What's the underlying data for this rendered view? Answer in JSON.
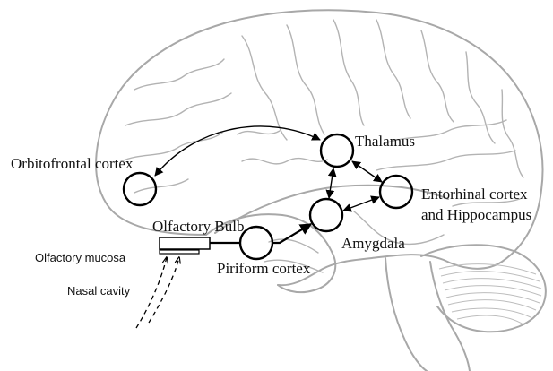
{
  "labels": {
    "thalamus": "Thalamus",
    "orbitofrontal": "Orbitofrontal cortex",
    "entorhinal_line1": "Entorhinal cortex",
    "entorhinal_line2": "and Hippocampus",
    "olfactory_bulb": "Olfactory Bulb",
    "amygdala": "Amygdala",
    "olfactory_mucosa": "Olfactory mucosa",
    "piriform": "Piriform cortex",
    "nasal_cavity": "Nasal cavity"
  },
  "colors": {
    "brain_outline": "#a8a8a8",
    "diagram_ink": "#000000",
    "background": "#ffffff"
  }
}
